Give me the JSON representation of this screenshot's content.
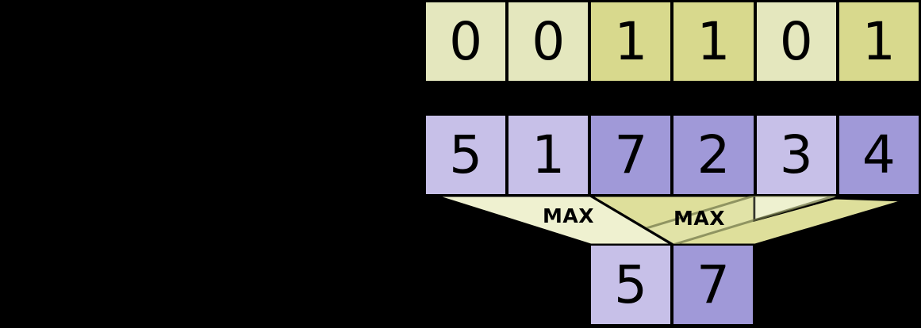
{
  "mask_row": [
    {
      "value": "0",
      "active": false
    },
    {
      "value": "0",
      "active": false
    },
    {
      "value": "1",
      "active": true
    },
    {
      "value": "1",
      "active": true
    },
    {
      "value": "0",
      "active": false
    },
    {
      "value": "1",
      "active": true
    }
  ],
  "vector_row": [
    {
      "value": "5",
      "active": false
    },
    {
      "value": "1",
      "active": false
    },
    {
      "value": "7",
      "active": true
    },
    {
      "value": "2",
      "active": true
    },
    {
      "value": "3",
      "active": false
    },
    {
      "value": "4",
      "active": true
    }
  ],
  "result_row": [
    {
      "value": "5",
      "active": false
    },
    {
      "value": "7",
      "active": true
    }
  ],
  "max_labels": {
    "left": "MAX",
    "right": "MAX"
  },
  "colors": {
    "background": "#000000",
    "mask_inactive": "#e4e7be",
    "mask_active": "#d8d98d",
    "vector_inactive": "#c7c0e8",
    "vector_active": "#a099d8",
    "funnel_light": "#eff1d0",
    "funnel_dark": "#dedf9b",
    "band_edge": "#6e7346",
    "outline": "#000000",
    "digit": "#000000"
  }
}
